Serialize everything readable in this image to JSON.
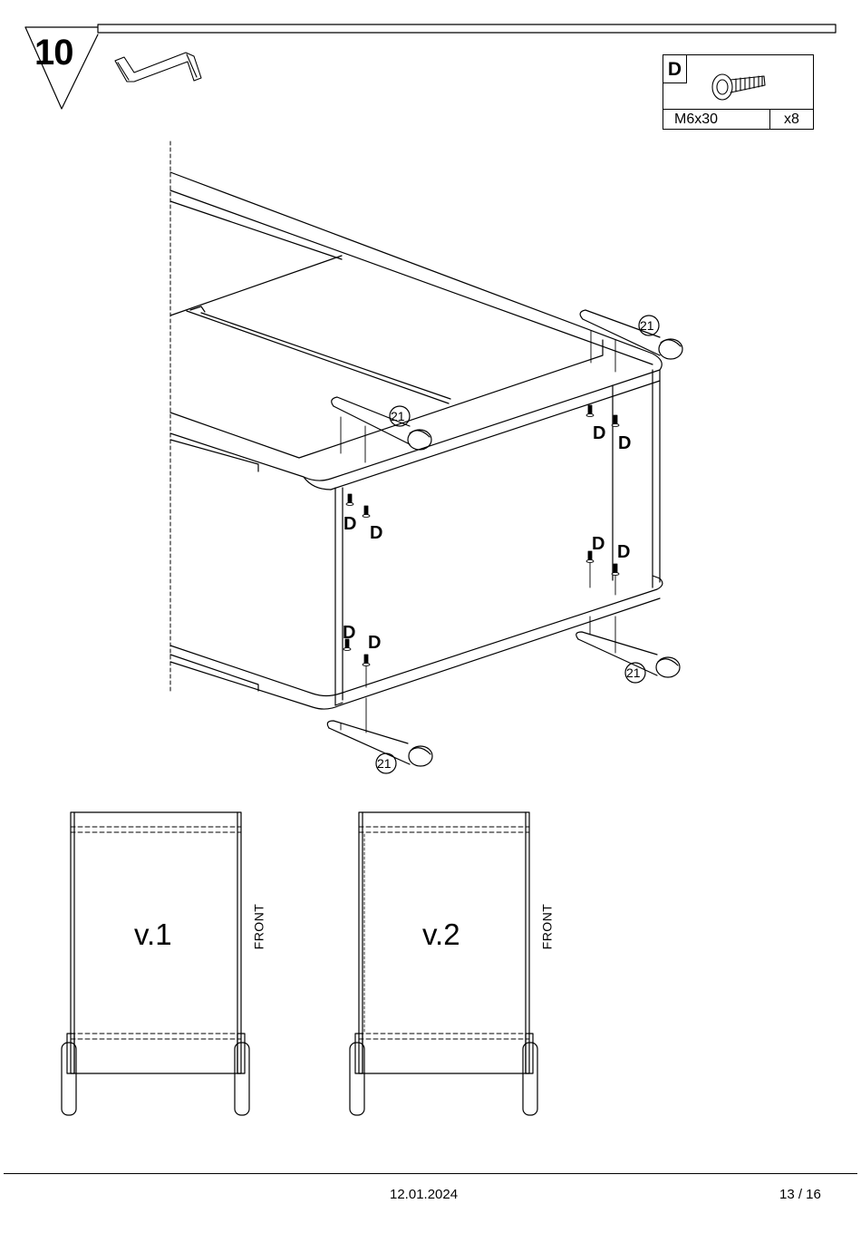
{
  "step": {
    "number": "10"
  },
  "part": {
    "letter": "D",
    "size": "M6x30",
    "quantity": "x8"
  },
  "callouts": {
    "screw_label": "D",
    "leg_label": "21"
  },
  "views": [
    {
      "label": "v.1",
      "side_label": "FRONT"
    },
    {
      "label": "v.2",
      "side_label": "FRONT"
    }
  ],
  "footer": {
    "date": "12.01.2024",
    "page": "13 / 16"
  }
}
